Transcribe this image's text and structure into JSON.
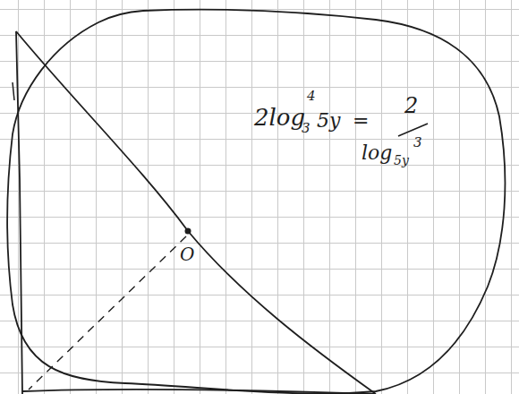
{
  "diagram": {
    "labels": [
      "2log",
      "4",
      "3",
      "5y",
      "=",
      "2",
      "log",
      "5y",
      "3",
      "O"
    ]
  }
}
